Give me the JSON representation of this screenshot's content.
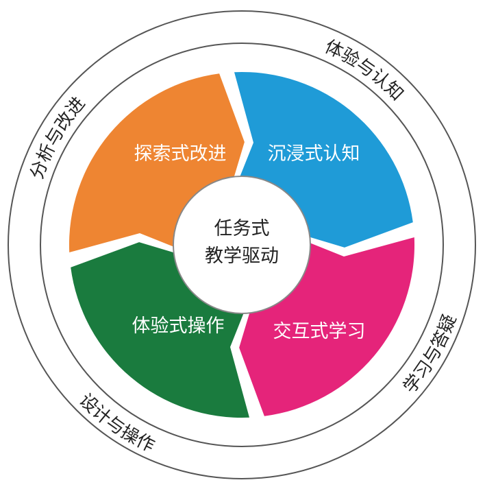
{
  "center": {
    "line1": "任务式",
    "line2": "教学驱动"
  },
  "segments": [
    {
      "label": "探索式改进",
      "color": "#EE8532"
    },
    {
      "label": "沉浸式认知",
      "color": "#1F9BD7"
    },
    {
      "label": "交互式学习",
      "color": "#E5247A"
    },
    {
      "label": "体验式操作",
      "color": "#1A7B3E"
    }
  ],
  "ring_labels": {
    "top_right": "体验与认知",
    "bottom_right": "学习与答疑",
    "bottom_left": "设计与操作",
    "top_left": "分析与改进"
  }
}
